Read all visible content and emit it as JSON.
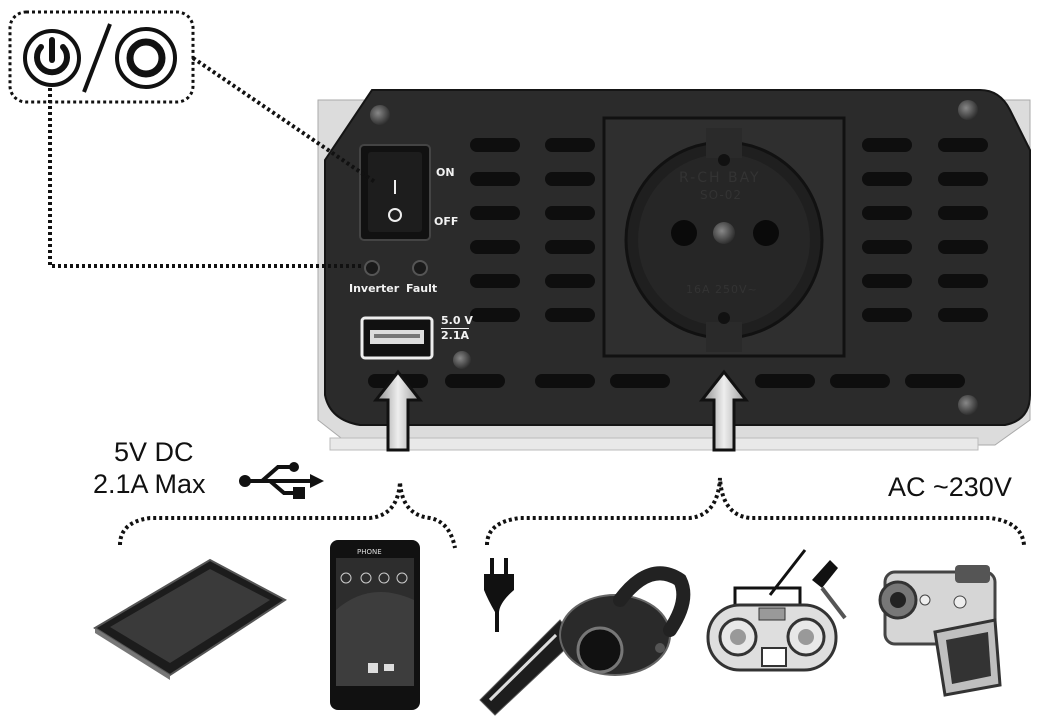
{
  "power_symbols": {
    "on_standby_icon": "power-on-icon",
    "off_icon": "power-off-icon"
  },
  "switch": {
    "on_label": "ON",
    "off_label": "OFF",
    "on_mark": "I",
    "off_mark": "O"
  },
  "indicators": {
    "inverter_label": "Inverter",
    "fault_label": "Fault"
  },
  "usb_port": {
    "voltage": "5.0 V",
    "current": "2.1A"
  },
  "socket": {
    "brand": "R-CH BAY",
    "model": "SO-02",
    "rating": "16A 250V~"
  },
  "dc_output": {
    "line1": "5V DC",
    "line2": "2.1A Max",
    "icon": "usb-icon"
  },
  "ac_output": {
    "label": "AC ~230V"
  },
  "phone": {
    "brand": "PHONE"
  },
  "dc_devices": [
    "tablet-icon",
    "smartphone-icon"
  ],
  "ac_devices": [
    "plug-icon",
    "handheld-vacuum-icon",
    "boombox-radio-icon",
    "camcorder-icon"
  ],
  "colors": {
    "panel": "#2b2b2b",
    "vent": "#0e0e0e",
    "arrow_fill": "#d0d0d0",
    "frame": "#e6e6e6"
  }
}
